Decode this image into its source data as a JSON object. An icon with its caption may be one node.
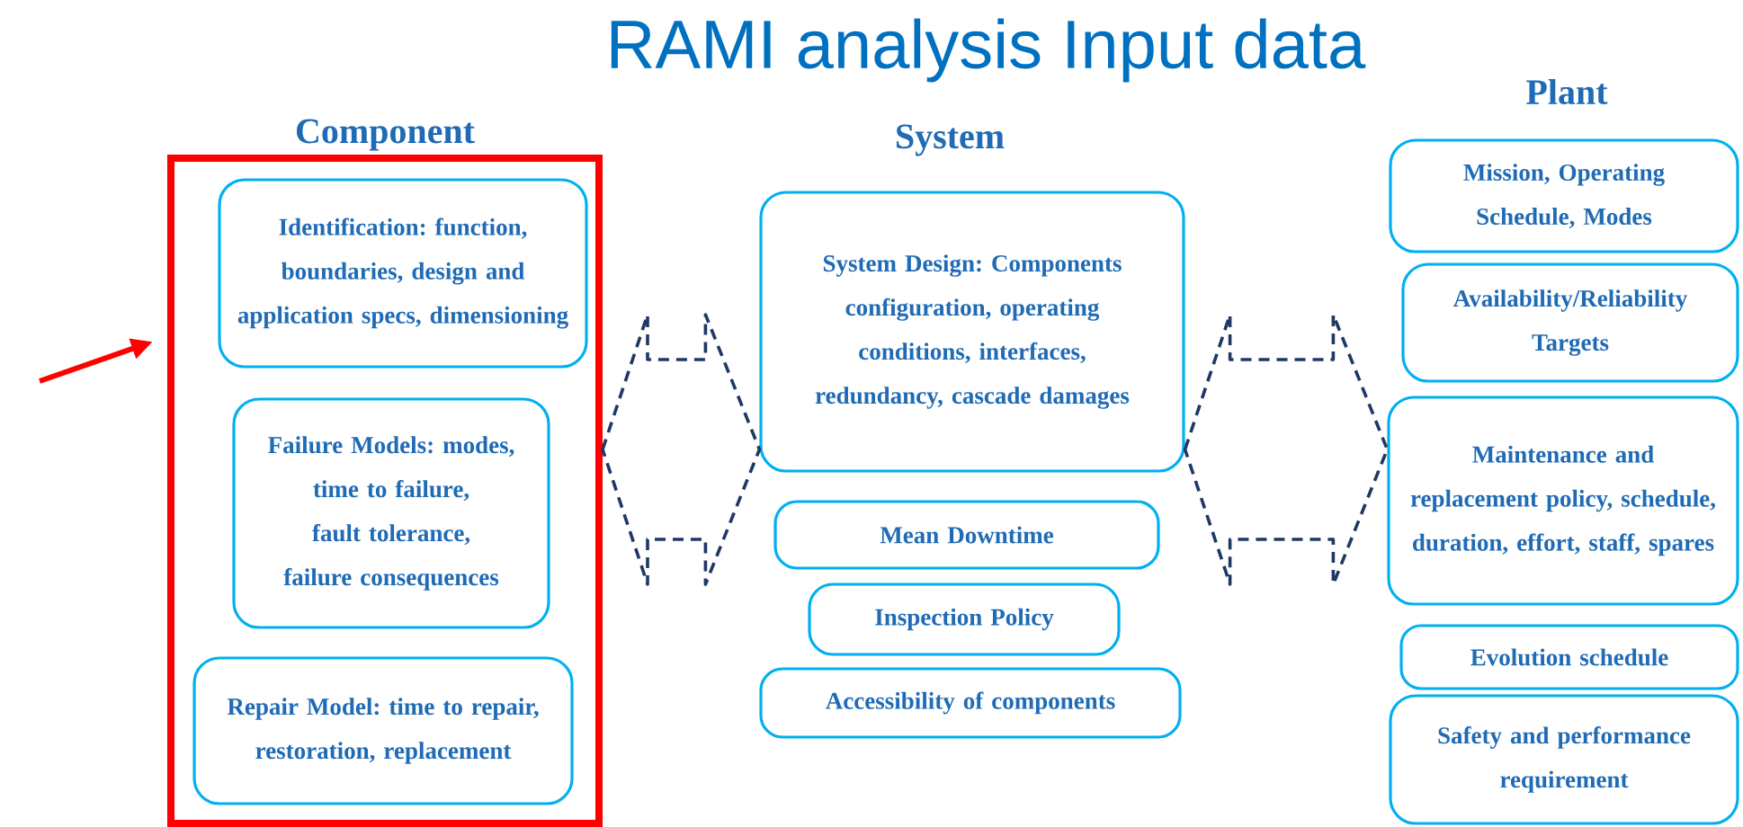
{
  "diagram": {
    "title": "RAMI analysis Input data",
    "nodes": [
      {
        "text": [
          "Component"
        ]
      },
      {
        "text": [
          "Identification: function, boundaries, design and application specs, dimensioning"
        ],
        "in": 0
      },
      {
        "text": [
          "Failure Models: modes, time to failure, fault tolerance, failure consequences"
        ],
        "in": 0
      },
      {
        "text": [
          "Repair Model: time to repair, restoration, replacement"
        ],
        "in": 0
      },
      {
        "text": [
          "System Design: Components configuration, operating conditions, interfaces, redundancy, cascade damages"
        ]
      },
      {
        "text": [
          "Mean Downtime"
        ]
      },
      {
        "text": [
          "Inspection Policy"
        ]
      },
      {
        "text": [
          "Accessibility of components"
        ]
      },
      {
        "text": [
          "Mission, Operating Schedule, Modes"
        ]
      },
      {
        "text": [
          "Availability/Reliability Targets"
        ]
      },
      {
        "text": [
          "Maintenance and replacement policy, schedule, duration, effort, staff, spares"
        ]
      },
      {
        "text": [
          "Evolution schedule"
        ]
      },
      {
        "text": [
          "Safety and performance requirement"
        ]
      }
    ],
    "edges": [
      {
        "from": 0,
        "to": 4,
        "arrow": "both",
        "style": "dashed"
      },
      {
        "from": 4,
        "to": 10,
        "arrow": "both",
        "style": "dashed"
      },
      {
        "from": null,
        "to": 0,
        "arrow": "to",
        "color": "#ff0000"
      }
    ],
    "labels": [
      "System",
      "Plant"
    ]
  }
}
